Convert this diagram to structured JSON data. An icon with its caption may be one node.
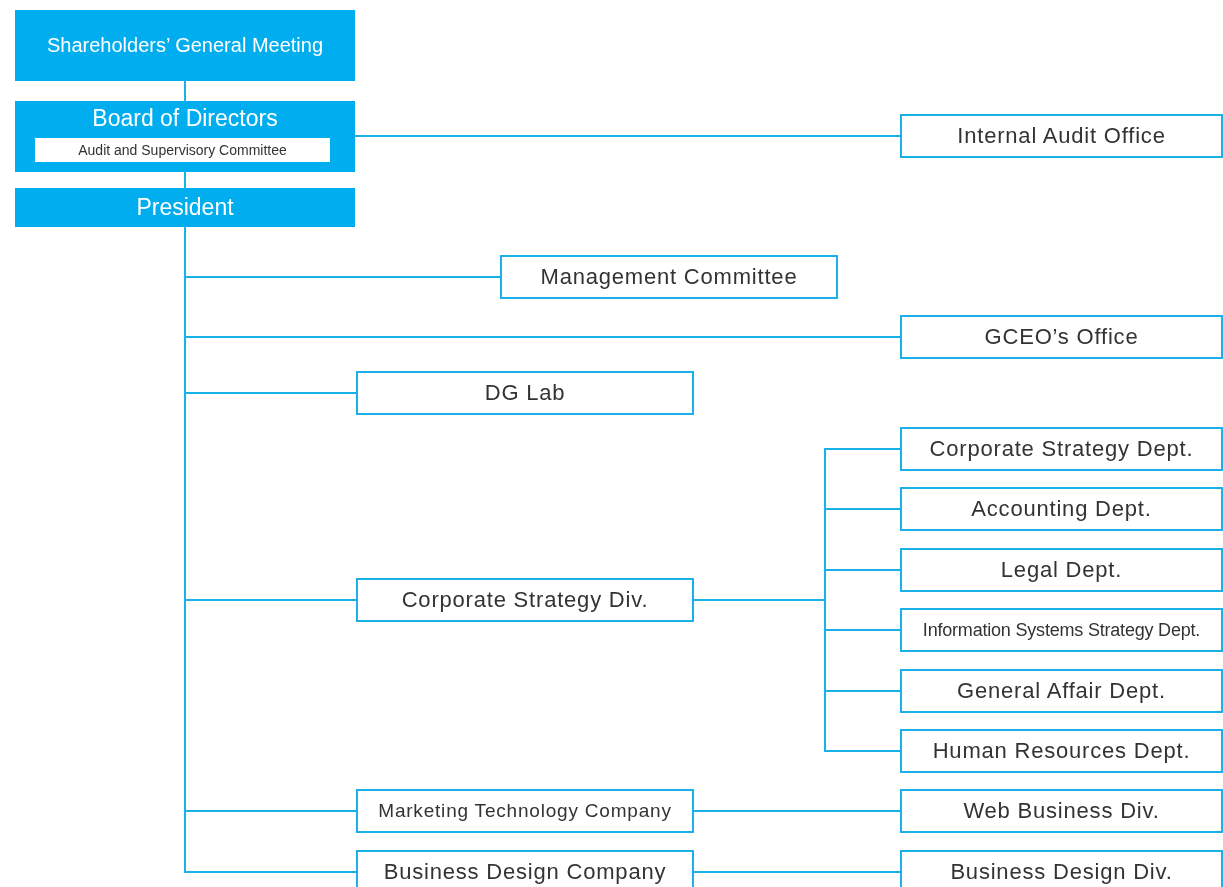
{
  "diagram": {
    "nodes": [
      {
        "text": [
          "Shareholders’ General Meeting"
        ]
      },
      {
        "text": [
          "Board of Directors"
        ]
      },
      {
        "text": [
          "Audit and Supervisory Committee"
        ],
        "in": 1
      },
      {
        "text": [
          "President"
        ]
      },
      {
        "text": [
          "Internal Audit Office"
        ]
      },
      {
        "text": [
          "Management Committee"
        ]
      },
      {
        "text": [
          "GCEO’s Office"
        ]
      },
      {
        "text": [
          "DG Lab"
        ]
      },
      {
        "text": [
          "Corporate Strategy Div."
        ]
      },
      {
        "text": [
          "Corporate Strategy Dept."
        ]
      },
      {
        "text": [
          "Accounting Dept."
        ]
      },
      {
        "text": [
          "Legal Dept."
        ]
      },
      {
        "text": [
          "Information Systems Strategy Dept."
        ]
      },
      {
        "text": [
          "General Affair Dept."
        ]
      },
      {
        "text": [
          "Human Resources Dept."
        ]
      },
      {
        "text": [
          "Marketing Technology Company"
        ]
      },
      {
        "text": [
          "Web Business Div."
        ]
      },
      {
        "text": [
          "Business Design Company"
        ]
      },
      {
        "text": [
          "Business Design Div."
        ]
      }
    ],
    "edges": [
      {
        "from": 0,
        "to": 1,
        "arrow": "none"
      },
      {
        "from": 1,
        "to": 3,
        "arrow": "none"
      },
      {
        "from": 1,
        "to": 4,
        "arrow": "none"
      },
      {
        "from": 3,
        "to": 5,
        "arrow": "none"
      },
      {
        "from": 3,
        "to": 6,
        "arrow": "none"
      },
      {
        "from": 3,
        "to": 7,
        "arrow": "none"
      },
      {
        "from": 3,
        "to": 8,
        "arrow": "none"
      },
      {
        "from": 3,
        "to": 15,
        "arrow": "none"
      },
      {
        "from": 3,
        "to": 17,
        "arrow": "none"
      },
      {
        "from": 8,
        "to": 9,
        "arrow": "none"
      },
      {
        "from": 8,
        "to": 10,
        "arrow": "none"
      },
      {
        "from": 8,
        "to": 11,
        "arrow": "none"
      },
      {
        "from": 8,
        "to": 12,
        "arrow": "none"
      },
      {
        "from": 8,
        "to": 13,
        "arrow": "none"
      },
      {
        "from": 8,
        "to": 14,
        "arrow": "none"
      },
      {
        "from": 15,
        "to": 16,
        "arrow": "none"
      },
      {
        "from": 17,
        "to": 18,
        "arrow": "none"
      }
    ]
  }
}
